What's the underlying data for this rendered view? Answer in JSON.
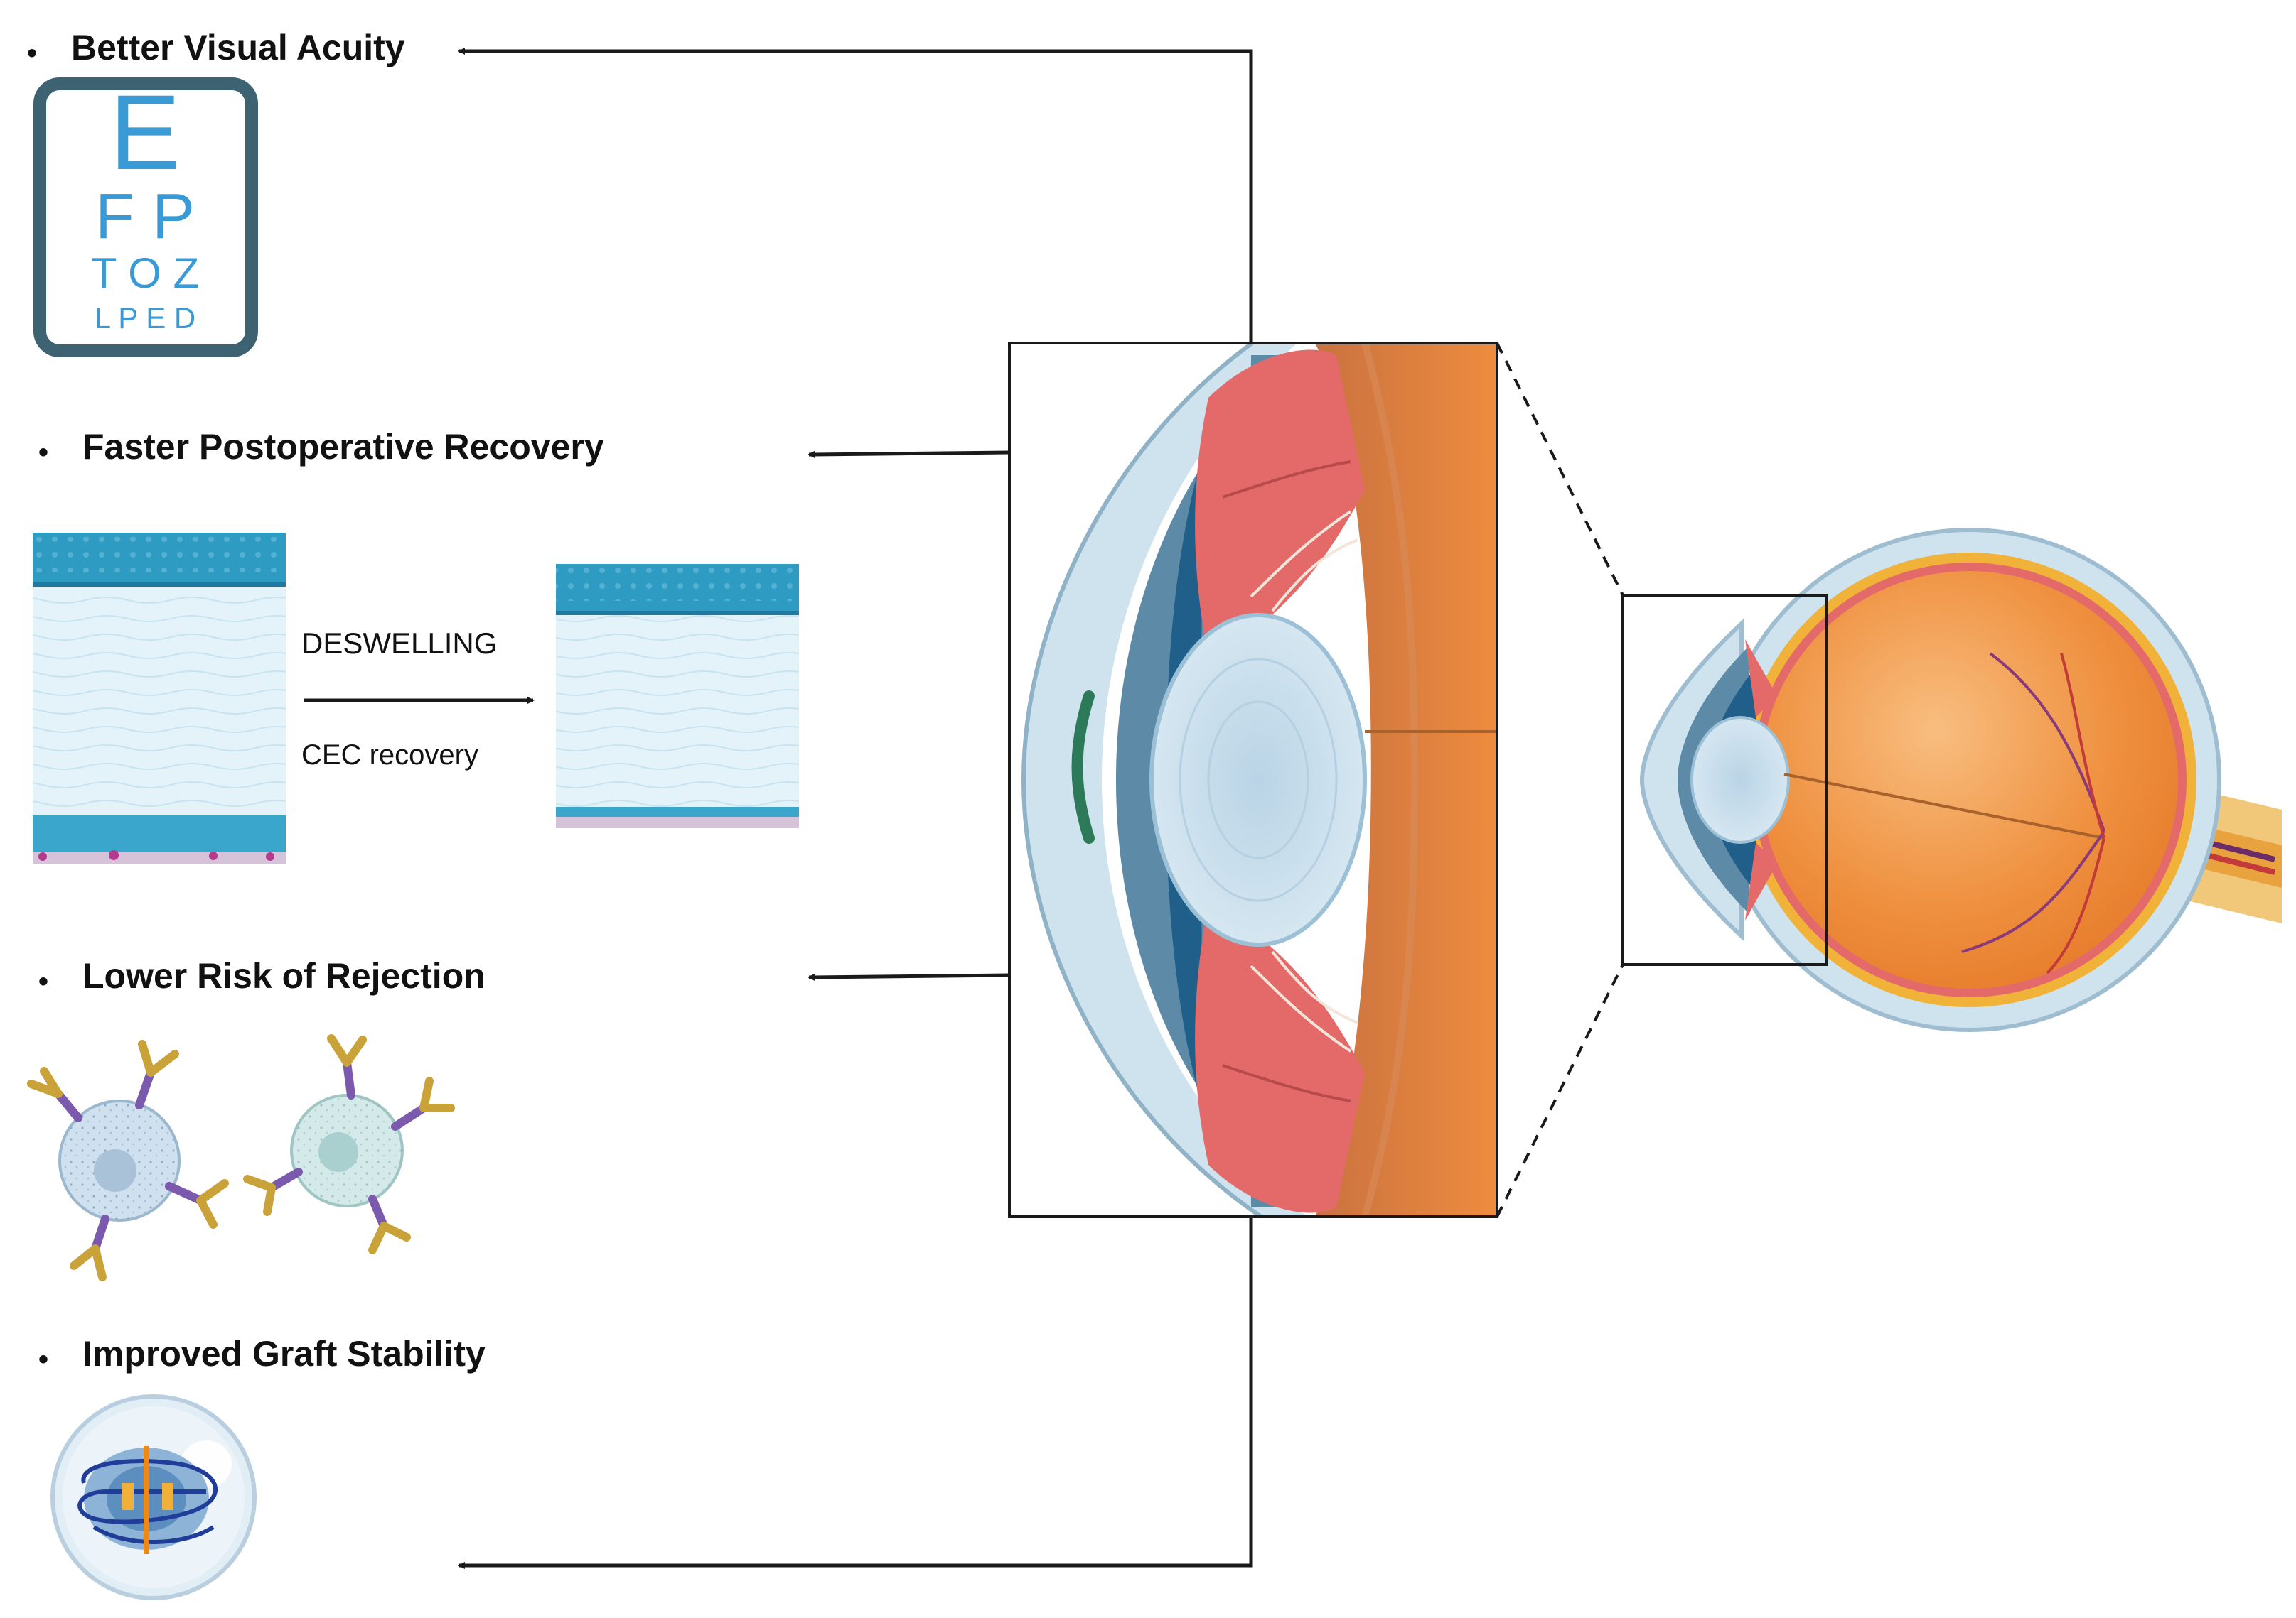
{
  "benefits": [
    {
      "label": "Better Visual Acuity"
    },
    {
      "label": "Faster Postoperative Recovery"
    },
    {
      "label": "Lower Risk of Rejection"
    },
    {
      "label": "Improved Graft Stability"
    }
  ],
  "bullet": "•",
  "eye_chart": {
    "rows": [
      {
        "text": "E"
      },
      {
        "text": "F P"
      },
      {
        "text": "T O Z"
      },
      {
        "text": "L P E D"
      }
    ]
  },
  "recovery": {
    "deswelling_label": "DESWELLING",
    "cec_label": "CEC recovery"
  },
  "colors": {
    "chart_blue": "#3a9ad6",
    "chart_frame": "#3d6272",
    "eye_orange": "#ea8a3c",
    "iris_red": "#e46a6a",
    "lens_blue": "#cfe2ee",
    "antibody_gold": "#c9a23a",
    "antibody_purple": "#7b59ad",
    "cornea_stroma": "#e4f3fa",
    "epithelium": "#2d9bc2"
  }
}
